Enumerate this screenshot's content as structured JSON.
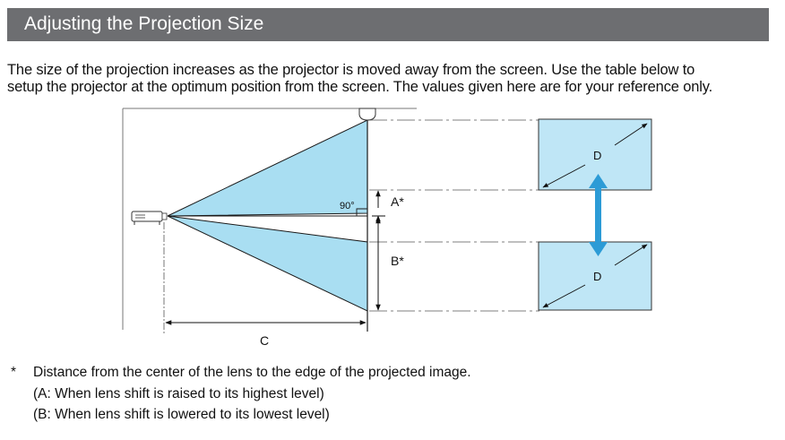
{
  "header": {
    "title": "Adjusting the Projection Size"
  },
  "intro": {
    "line1": "The size of the projection increases as the projector is moved away from the screen. Use the table below to",
    "line2": "setup the projector at the optimum position from the screen. The values given here are for your reference only."
  },
  "diagram": {
    "angle_label": "90°",
    "label_a": "A*",
    "label_b": "B*",
    "label_c": "C",
    "label_d_top": "D",
    "label_d_bottom": "D",
    "colors": {
      "beam": "#a9def2",
      "screen": "#bfe6f6",
      "arrow": "#2c9bd6"
    }
  },
  "footnote": {
    "marker": "*",
    "text": "Distance from the center of the lens to the edge of the projected image.",
    "note_a": "(A: When lens shift is raised to its highest level)",
    "note_b": "(B: When lens shift is lowered to its lowest level)"
  }
}
